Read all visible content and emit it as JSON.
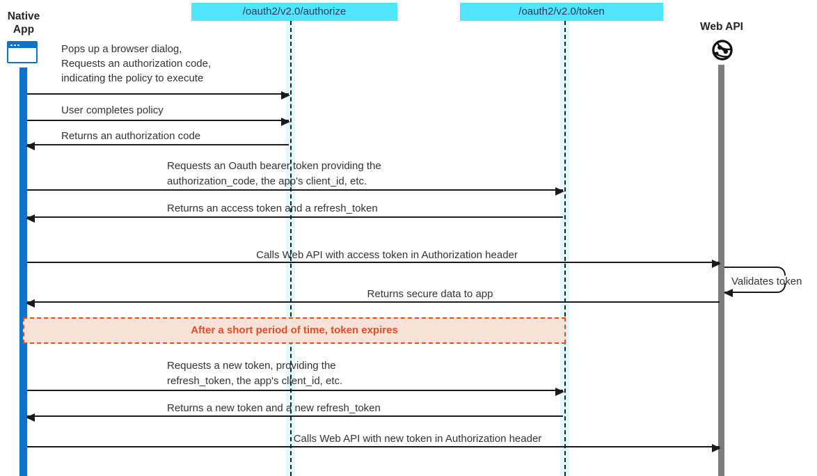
{
  "title": "OAuth2 native app sequence diagram",
  "colors": {
    "endpoint_fill": "#50e6ff",
    "endpoint_text": "#243a5e",
    "native_app_blue": "#1072c6",
    "web_api_gray": "#7d7d7d",
    "arrow_black": "#1a1a1a",
    "note_bg": "#f9e3d9",
    "note_accent": "#e14e26"
  },
  "actors": {
    "native_app": {
      "label": "Native App",
      "icon": "browser-window-icon"
    },
    "authorize_endpoint": {
      "label": "/oauth2/v2.0/authorize"
    },
    "token_endpoint": {
      "label": "/oauth2/v2.0/token"
    },
    "web_api": {
      "label": "Web API",
      "icon": "globe-network-icon"
    }
  },
  "messages": [
    {
      "from": "Native App",
      "to": "/oauth2/v2.0/authorize",
      "lines": [
        "Pops up a browser dialog,",
        "Requests an authorization code,",
        "indicating the policy to execute"
      ]
    },
    {
      "from": "Native App",
      "to": "/oauth2/v2.0/authorize",
      "lines": [
        "User completes policy"
      ]
    },
    {
      "from": "/oauth2/v2.0/authorize",
      "to": "Native App",
      "lines": [
        "Returns an authorization code"
      ]
    },
    {
      "from": "Native App",
      "to": "/oauth2/v2.0/token",
      "lines": [
        "Requests an Oauth bearer token providing the",
        "authorization_code, the app's client_id, etc."
      ]
    },
    {
      "from": "/oauth2/v2.0/token",
      "to": "Native App",
      "lines": [
        "Returns an access token and a refresh_token"
      ]
    },
    {
      "from": "Native App",
      "to": "Web API",
      "lines": [
        "Calls Web API with access token in Authorization header"
      ]
    },
    {
      "from": "Web API",
      "to": "Web API",
      "self": true,
      "lines": [
        "Validates token"
      ]
    },
    {
      "from": "Web API",
      "to": "Native App",
      "lines": [
        "Returns secure data to app"
      ]
    },
    {
      "from": "Native App",
      "to": "/oauth2/v2.0/token",
      "lines": [
        "Requests a new token, providing the",
        "refresh_token, the app's client_id, etc."
      ]
    },
    {
      "from": "/oauth2/v2.0/token",
      "to": "Native App",
      "lines": [
        "Returns a new token and a new refresh_token"
      ]
    },
    {
      "from": "Native App",
      "to": "Web API",
      "lines": [
        "Calls Web API with new token in Authorization header"
      ]
    }
  ],
  "note": {
    "text": "After a short period of time, token expires"
  }
}
